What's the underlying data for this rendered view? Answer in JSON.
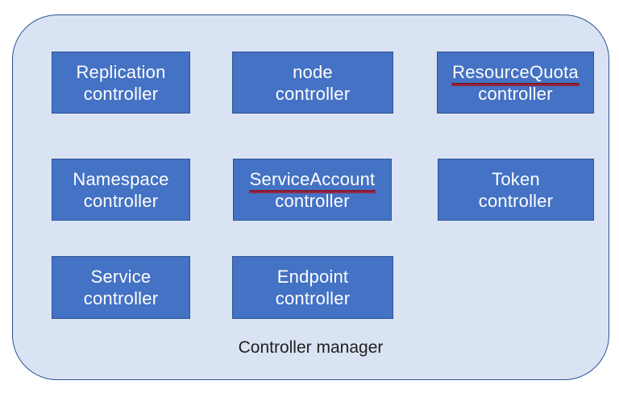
{
  "diagram": {
    "caption": "Controller manager",
    "boxes": [
      {
        "id": "replication",
        "line1": "Replication",
        "line2": "controller",
        "misspelled": false
      },
      {
        "id": "node",
        "line1": "node",
        "line2": "controller",
        "misspelled": false
      },
      {
        "id": "resourcequota",
        "line1": "ResourceQuota",
        "line2": "controller",
        "misspelled": true
      },
      {
        "id": "namespace",
        "line1": "Namespace",
        "line2": "controller",
        "misspelled": false
      },
      {
        "id": "serviceaccount",
        "line1": "ServiceAccount",
        "line2": "controller",
        "misspelled": true
      },
      {
        "id": "token",
        "line1": "Token",
        "line2": "controller",
        "misspelled": false
      },
      {
        "id": "service",
        "line1": "Service",
        "line2": "controller",
        "misspelled": false
      },
      {
        "id": "endpoint",
        "line1": "Endpoint",
        "line2": "controller",
        "misspelled": false
      }
    ]
  },
  "colors": {
    "box_fill": "#4472c4",
    "box_border": "#2f5496",
    "box_text": "#fefefe",
    "container_fill": "#dae3f3",
    "container_border": "#2f5496",
    "label_text": "#1f1f1f",
    "spell_red": "#c00000",
    "underline_dark": "#27335c"
  }
}
